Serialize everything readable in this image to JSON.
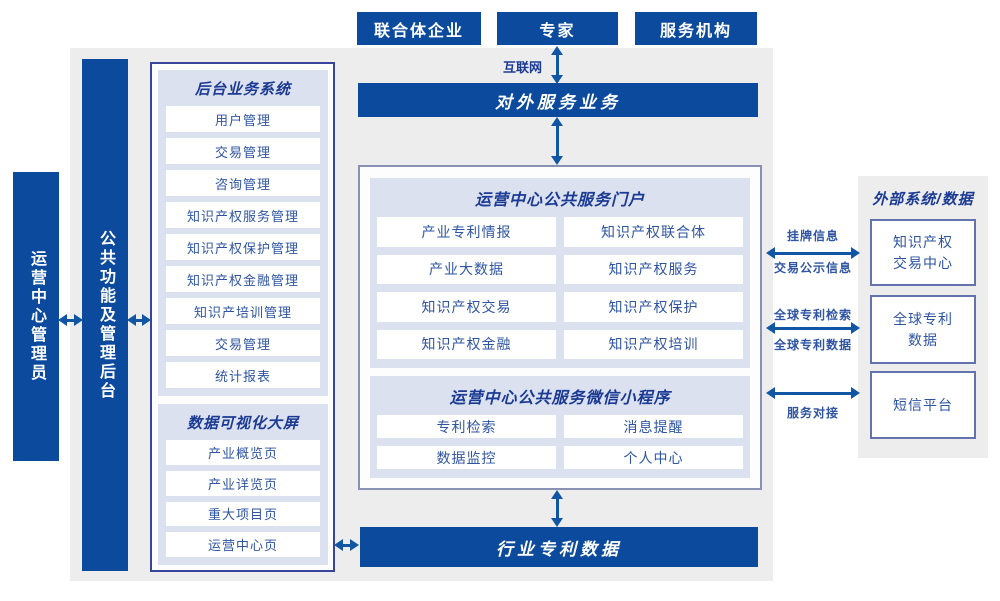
{
  "top_actors": [
    {
      "label": "联合体企业"
    },
    {
      "label": "专家"
    },
    {
      "label": "服务机构"
    }
  ],
  "internet_label": "互联网",
  "external_service_bar": "对外服务业务",
  "left_bars": {
    "admin": "运营中心管理员",
    "public_backend": "公共功能及管理后台"
  },
  "backend_system": {
    "title": "后台业务系统",
    "items": [
      "用户管理",
      "交易管理",
      "咨询管理",
      "知识产权服务管理",
      "知识产权保护管理",
      "知识产权金融管理",
      "知识产培训管理",
      "交易管理",
      "统计报表"
    ]
  },
  "data_viz": {
    "title": "数据可视化大屏",
    "items": [
      "产业概览页",
      "产业详览页",
      "重大项目页",
      "运营中心页"
    ]
  },
  "portal": {
    "title": "运营中心公共服务门户",
    "items": [
      "产业专利情报",
      "知识产权联合体",
      "产业大数据",
      "知识产权服务",
      "知识产权交易",
      "知识产权保护",
      "知识产权金融",
      "知识产权培训"
    ]
  },
  "mini_program": {
    "title": "运营中心公共服务微信小程序",
    "items": [
      "专利检索",
      "消息提醒",
      "数据监控",
      "个人中心"
    ]
  },
  "industry_data_bar": "行业专利数据",
  "external_panel": {
    "title": "外部系统/数据",
    "boxes": [
      "知识产权\n交易中心",
      "全球专利\n数据",
      "短信平台"
    ]
  },
  "link_labels": [
    {
      "top": "挂牌信息",
      "bottom": "交易公示信息"
    },
    {
      "top": "全球专利检索",
      "bottom": "全球专利数据"
    },
    {
      "top": "",
      "bottom": "服务对接"
    }
  ],
  "colors": {
    "brand": "#0b4a9c",
    "arrow": "#1155a5",
    "panel_bg": "#ededed",
    "section_bg": "#dce1f0",
    "title_text": "#1a3a94",
    "item_text": "#2e54a3",
    "center_border": "#8890b4",
    "outer_border": "#39459b",
    "ext_border": "#6472ae"
  }
}
